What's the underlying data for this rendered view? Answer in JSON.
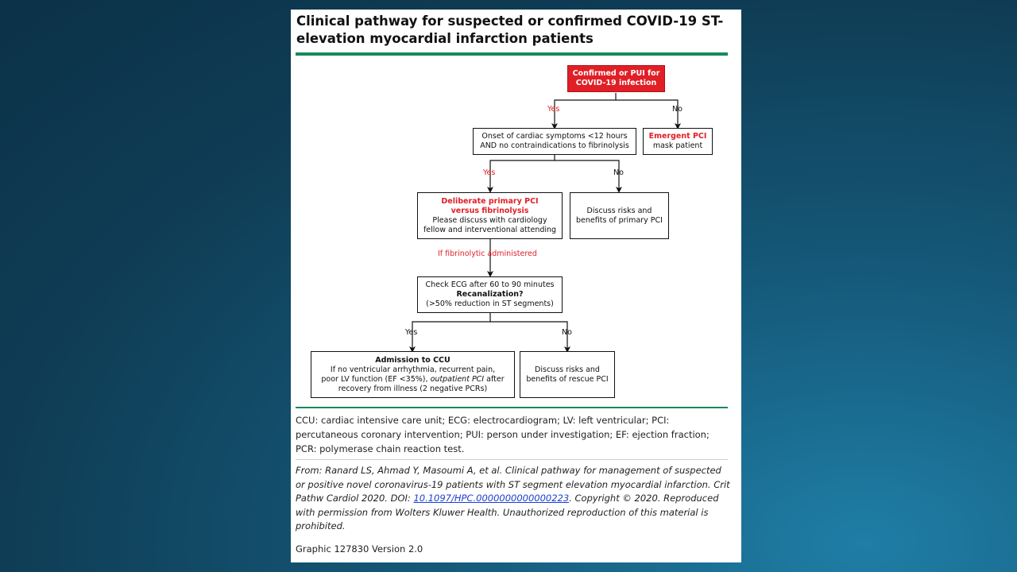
{
  "title": "Clinical pathway for suspected or confirmed COVID-19 ST-elevation myocardial infarction patients",
  "colors": {
    "accent_red": "#e01f26",
    "rule_green": "#178a5a",
    "link_blue": "#1a3fd0",
    "background": "#15597a"
  },
  "flow": {
    "start": {
      "line1": "Confirmed or PUI for",
      "line2": "COVID-19 infection"
    },
    "yes1": "Yes",
    "no1": "No",
    "onset": {
      "line1": "Onset of cardiac symptoms <12 hours",
      "line2": "AND no contraindications to fibrinolysis"
    },
    "emergent": {
      "line1": "Emergent PCI",
      "line2": "mask patient"
    },
    "yes2": "Yes",
    "no2": "No",
    "deliberate": {
      "line1": "Deliberate primary PCI",
      "line2": "versus fibrinolysis",
      "line3": "Please discuss with cardiology",
      "line4": "fellow and interventional attending"
    },
    "discuss_primary": {
      "line1": "Discuss risks and",
      "line2": "benefits of primary PCI"
    },
    "if_fibrinolytic": "If fibrinolytic administered",
    "check": {
      "line1": "Check ECG after 60 to 90 minutes",
      "line2": "Recanalization?",
      "line3": "(>50% reduction in ST segments)"
    },
    "yes3": "Yes",
    "no3": "No",
    "admission": {
      "line1": "Admission to CCU",
      "line2": "If no ventricular arrhythmia, recurrent pain,",
      "line3a": "poor LV function (EF <35%), ",
      "line3b": "outpatient PCI",
      "line3c": " after",
      "line4": "recovery from illness (2 negative PCRs)"
    },
    "discuss_rescue": {
      "line1": "Discuss risks and",
      "line2": "benefits of rescue PCI"
    }
  },
  "legend": "CCU: cardiac intensive care unit; ECG: electrocardiogram; LV: left ventricular; PCI: percutaneous coronary intervention; PUI: person under investigation; EF: ejection fraction; PCR: polymerase chain reaction test.",
  "citation": {
    "before": "From: Ranard LS, Ahmad Y, Masoumi A, et al. Clinical pathway for management of suspected or positive novel coronavirus-19 patients with ST segment elevation myocardial infarction. Crit Pathw Cardiol 2020. DOI: ",
    "doi": "10.1097/HPC.0000000000000223",
    "after": ". Copyright © 2020. Reproduced with permission from Wolters Kluwer Health. Unauthorized reproduction of this material is prohibited."
  },
  "graphic_id": "Graphic 127830 Version 2.0"
}
